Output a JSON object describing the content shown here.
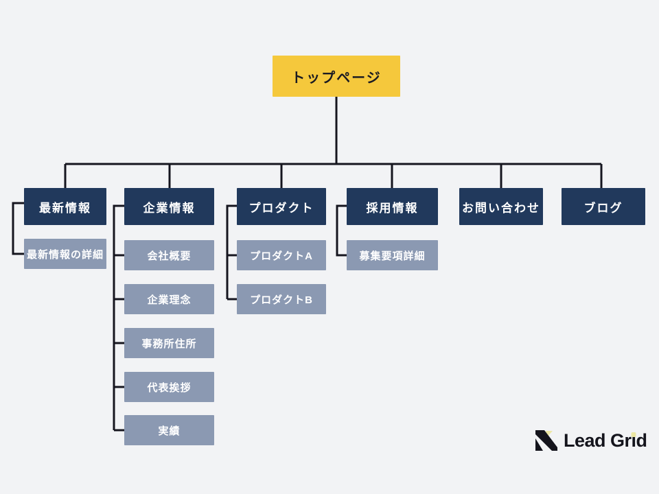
{
  "sitemap": {
    "root": {
      "label": "トップページ"
    },
    "sections": [
      {
        "label": "最新情報",
        "children": [
          {
            "label": "最新情報の詳細"
          }
        ]
      },
      {
        "label": "企業情報",
        "children": [
          {
            "label": "会社概要"
          },
          {
            "label": "企業理念"
          },
          {
            "label": "事務所住所"
          },
          {
            "label": "代表挨拶"
          },
          {
            "label": "実績"
          }
        ]
      },
      {
        "label": "プロダクト",
        "children": [
          {
            "label": "プロダクトA"
          },
          {
            "label": "プロダクトB"
          }
        ]
      },
      {
        "label": "採用情報",
        "children": [
          {
            "label": "募集要項詳細"
          }
        ]
      },
      {
        "label": "お問い合わせ",
        "children": []
      },
      {
        "label": "ブログ",
        "children": []
      }
    ]
  },
  "logo": {
    "brand_full": "Lead Grid",
    "brand_part1": "Lead Gr",
    "brand_i": "i",
    "brand_part2": "d"
  },
  "colors": {
    "background": "#f2f3f5",
    "root_node": "#f5c83c",
    "section_node": "#21395c",
    "child_node": "#8b99b2",
    "connector": "#15151e",
    "logo_black": "#14141c",
    "logo_accent": "#ece7a4"
  }
}
